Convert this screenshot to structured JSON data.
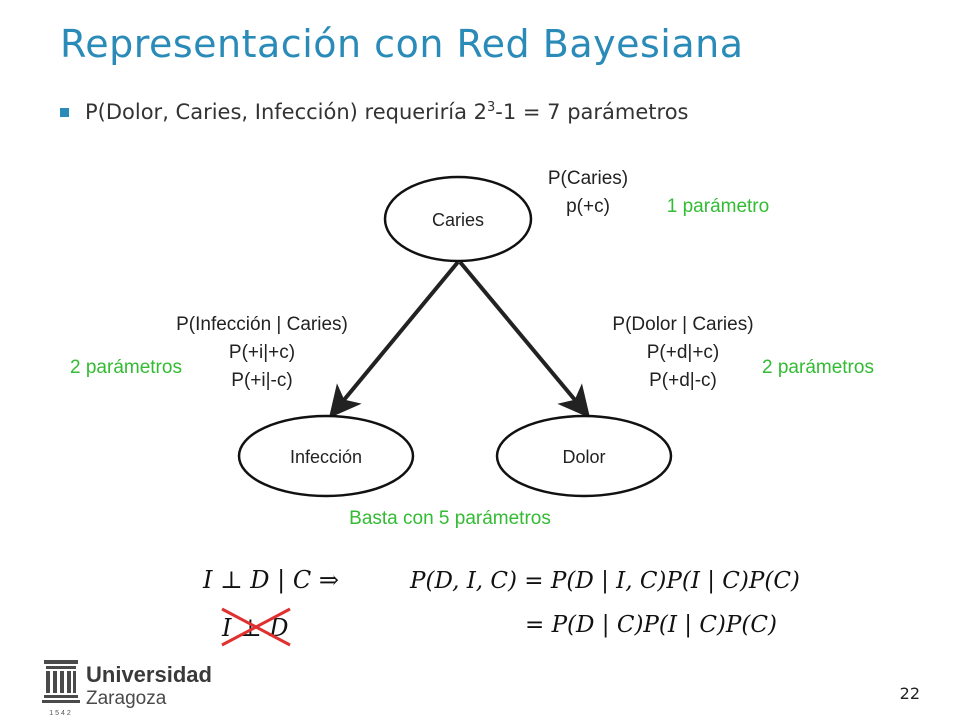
{
  "title": "Representación con Red Bayesiana",
  "bullet": {
    "before_exp": "P(Dolor, Caries, Infección) requeriría 2",
    "exp": "3",
    "after_exp": "-1 = 7 parámetros"
  },
  "diagram": {
    "nodes": {
      "caries": "Caries",
      "infeccion": "Infección",
      "dolor": "Dolor"
    },
    "caries_cpt": {
      "line1": "P(Caries)",
      "line2": "p(+c)",
      "param_count": "1 parámetro"
    },
    "infeccion_cpt": {
      "line1": "P(Infección | Caries)",
      "line2": "P(+i|+c)",
      "line3": "P(+i|-c)",
      "param_count": "2 parámetros"
    },
    "dolor_cpt": {
      "line1": "P(Dolor | Caries)",
      "line2": "P(+d|+c)",
      "line3": "P(+d|-c)",
      "param_count": "2 parámetros"
    },
    "summary": "Basta con 5 parámetros",
    "colors": {
      "accent_green": "#33bb33",
      "title_blue": "#2a8bb8",
      "arrow": "#222222",
      "cross_red": "#e03030"
    }
  },
  "formulas": {
    "independence": "I ⊥ D | C ⇒",
    "factorization_line1": "P(D, I, C) = P(D | I, C)P(I | C)P(C)",
    "factorization_line2": "= P(D | C)P(I | C)P(C)",
    "crossed": "I ⊥ D"
  },
  "footer": {
    "page_number": "22",
    "logo_name": "Universidad",
    "logo_city": "Zaragoza",
    "logo_year": "1542"
  }
}
